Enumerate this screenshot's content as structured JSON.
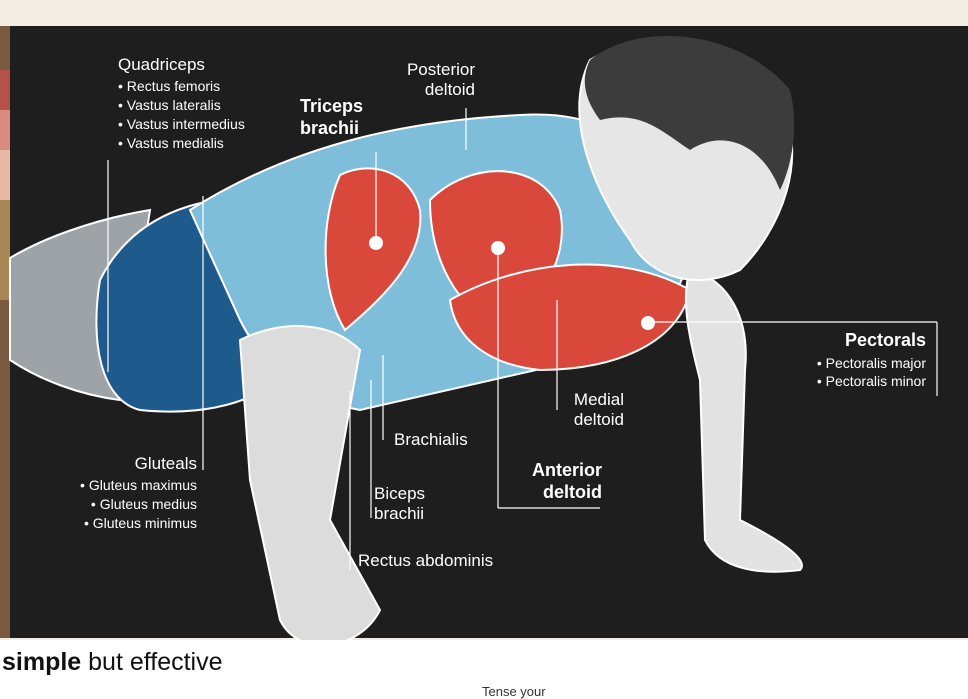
{
  "colors": {
    "background": "#1e1e1e",
    "frame": "#c9a27a",
    "muscle_primary": "#d9483a",
    "muscle_secondary": "#6fb7d6",
    "label": "#ffffff"
  },
  "labels": {
    "quadriceps": {
      "title": "Quadriceps",
      "items": [
        "Rectus femoris",
        "Vastus lateralis",
        "Vastus intermedius",
        "Vastus medialis"
      ]
    },
    "triceps": {
      "line1": "Triceps",
      "line2": "brachii"
    },
    "posterior_deltoid": {
      "line1": "Posterior",
      "line2": "deltoid"
    },
    "pectorals": {
      "title": "Pectorals",
      "items": [
        "Pectoralis major",
        "Pectoralis minor"
      ]
    },
    "medial_deltoid": {
      "line1": "Medial",
      "line2": "deltoid"
    },
    "brachialis": {
      "title": "Brachialis"
    },
    "anterior_deltoid": {
      "line1": "Anterior",
      "line2": "deltoid"
    },
    "biceps": {
      "line1": "Biceps",
      "line2": "brachii"
    },
    "rectus_abdominis": {
      "title": "Rectus abdominis"
    },
    "gluteals": {
      "title": "Gluteals",
      "items": [
        "Gluteus maximus",
        "Gluteus medius",
        "Gluteus minimus"
      ]
    }
  },
  "bottom": {
    "bold": "simple",
    "rest": " but effective",
    "side_note": "Tense your"
  }
}
